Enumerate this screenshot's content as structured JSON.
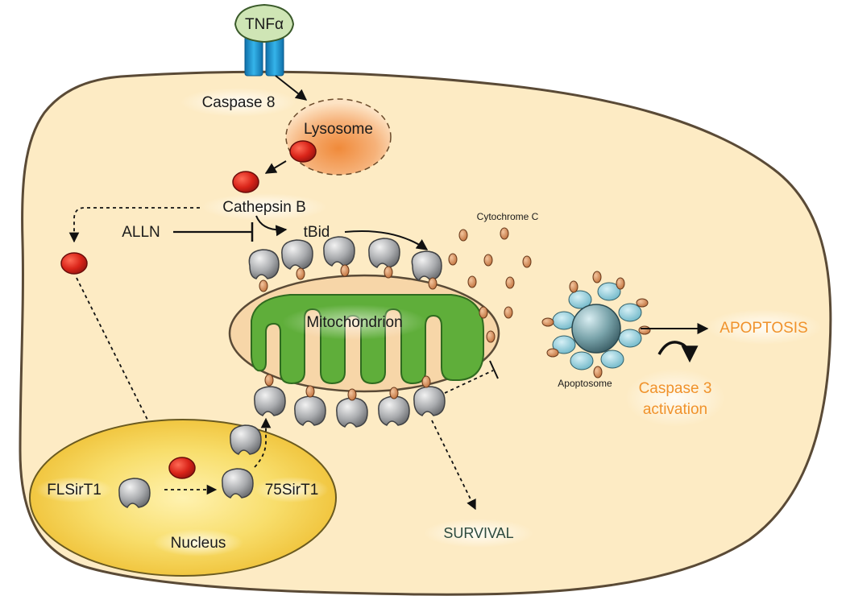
{
  "labels": {
    "tnf": "TNFα",
    "caspase8": "Caspase 8",
    "lysosome": "Lysosome",
    "cathepsin_b": "Cathepsin B",
    "alln": "ALLN",
    "tbid": "tBid",
    "cytochrome_c": "Cytochrome C",
    "mitochondrion": "Mitochondrion",
    "apoptosome": "Apoptosome",
    "apoptosis": "APOPTOSIS",
    "caspase3_line1": "Caspase 3",
    "caspase3_line2": "activation",
    "survival": "SURVIVAL",
    "flsirt1": "FLSirT1",
    "sirt75": "75SirT1",
    "nucleus": "Nucleus"
  },
  "colors": {
    "cell_fill": "#fdebc4",
    "cell_stroke": "#5a4a36",
    "lysosome": "#f3a25c",
    "cathepsin": "#d2261c",
    "mito_outer": "#f7d6a8",
    "mito_cristae": "#5fae3a",
    "nucleus": "#f4cc45",
    "cytochrome": "#d38a5a",
    "apoptosome": "#8fc9d6",
    "sirt_grey": "#a7a9ac",
    "receptor_blue": "#1f9ad6",
    "tnf_green": "#cfe5b5",
    "orange_text": "#f0922b",
    "green_text": "#2c4a3e"
  },
  "icons": [
    "tnf-receptor-icon",
    "cathepsin-b-icon",
    "sirt1-icon",
    "cytochrome-c-icon",
    "apoptosome-icon"
  ]
}
